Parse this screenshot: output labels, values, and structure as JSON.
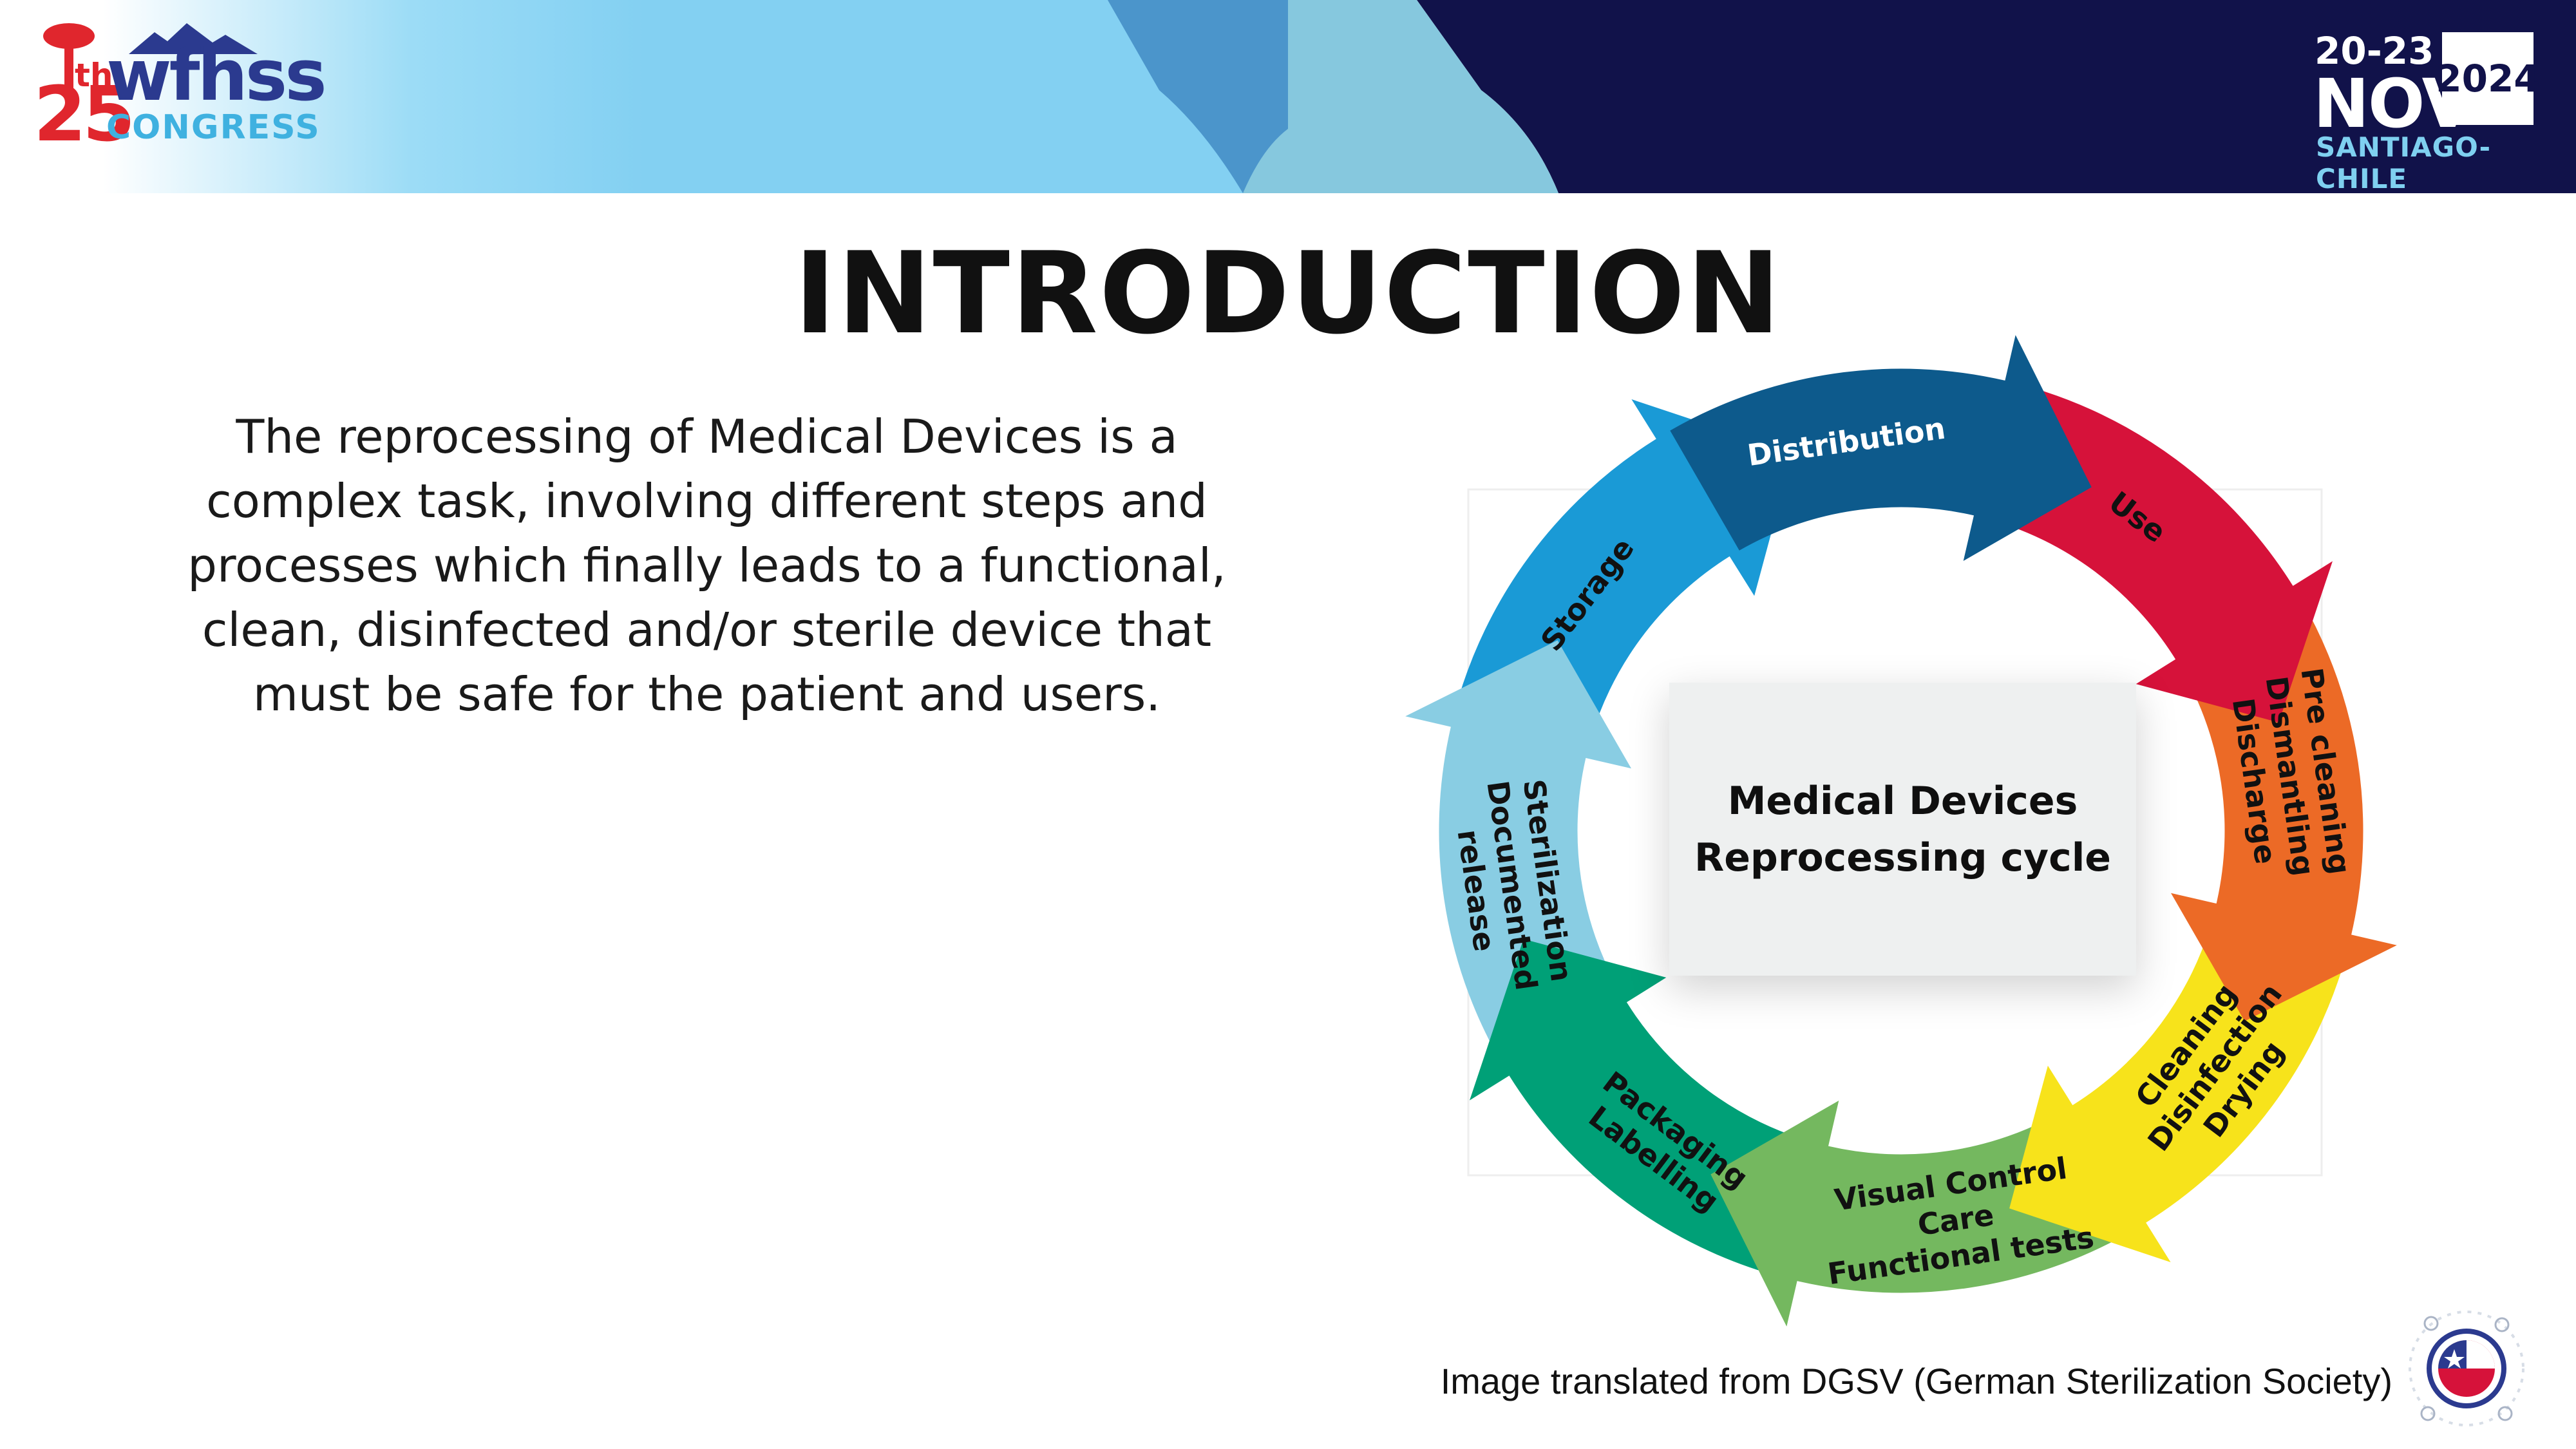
{
  "header": {
    "logo": {
      "number": "25",
      "ordinal": "th",
      "name": "wfhss",
      "congress": "CONGRESS"
    },
    "date": {
      "days": "20-23",
      "month": "NOV",
      "year": "2024",
      "city": "SANTIAGO-CHILE"
    }
  },
  "title": "INTRODUCTION",
  "intro": "The reprocessing of Medical Devices is a complex task, involving different steps and processes which finally leads to a functional, clean, disinfected and/or sterile device that must be safe for the patient and users.",
  "cycle": {
    "center": [
      "Medical Devices",
      "Reprocessing cycle"
    ],
    "segments": [
      {
        "key": "distribution",
        "lines": [
          "Distribution"
        ],
        "color": "#0d5a8c",
        "text_color": "#ffffff"
      },
      {
        "key": "use",
        "lines": [
          "Use"
        ],
        "color": "#d6123a",
        "text_color": "#111111"
      },
      {
        "key": "pre-cleaning",
        "lines": [
          "Pre cleaning",
          "Dismantling",
          "Discharge"
        ],
        "color": "#ec6a26",
        "text_color": "#111111"
      },
      {
        "key": "cleaning",
        "lines": [
          "Cleaning",
          "Disinfection",
          "Drying"
        ],
        "color": "#f7e31b",
        "text_color": "#111111"
      },
      {
        "key": "visual-control",
        "lines": [
          "Visual Control",
          "Care",
          "Functional tests"
        ],
        "color": "#74b85f",
        "text_color": "#111111"
      },
      {
        "key": "packaging",
        "lines": [
          "Packaging",
          "Labelling"
        ],
        "color": "#00a077",
        "text_color": "#111111"
      },
      {
        "key": "sterilization",
        "lines": [
          "Sterilization",
          "Documented",
          "release"
        ],
        "color": "#89cde3",
        "text_color": "#111111"
      },
      {
        "key": "storage",
        "lines": [
          "Storage"
        ],
        "color": "#1a9ad6",
        "text_color": "#111111"
      }
    ]
  },
  "caption": "Image translated from DGSV (German Sterilization Society)"
}
